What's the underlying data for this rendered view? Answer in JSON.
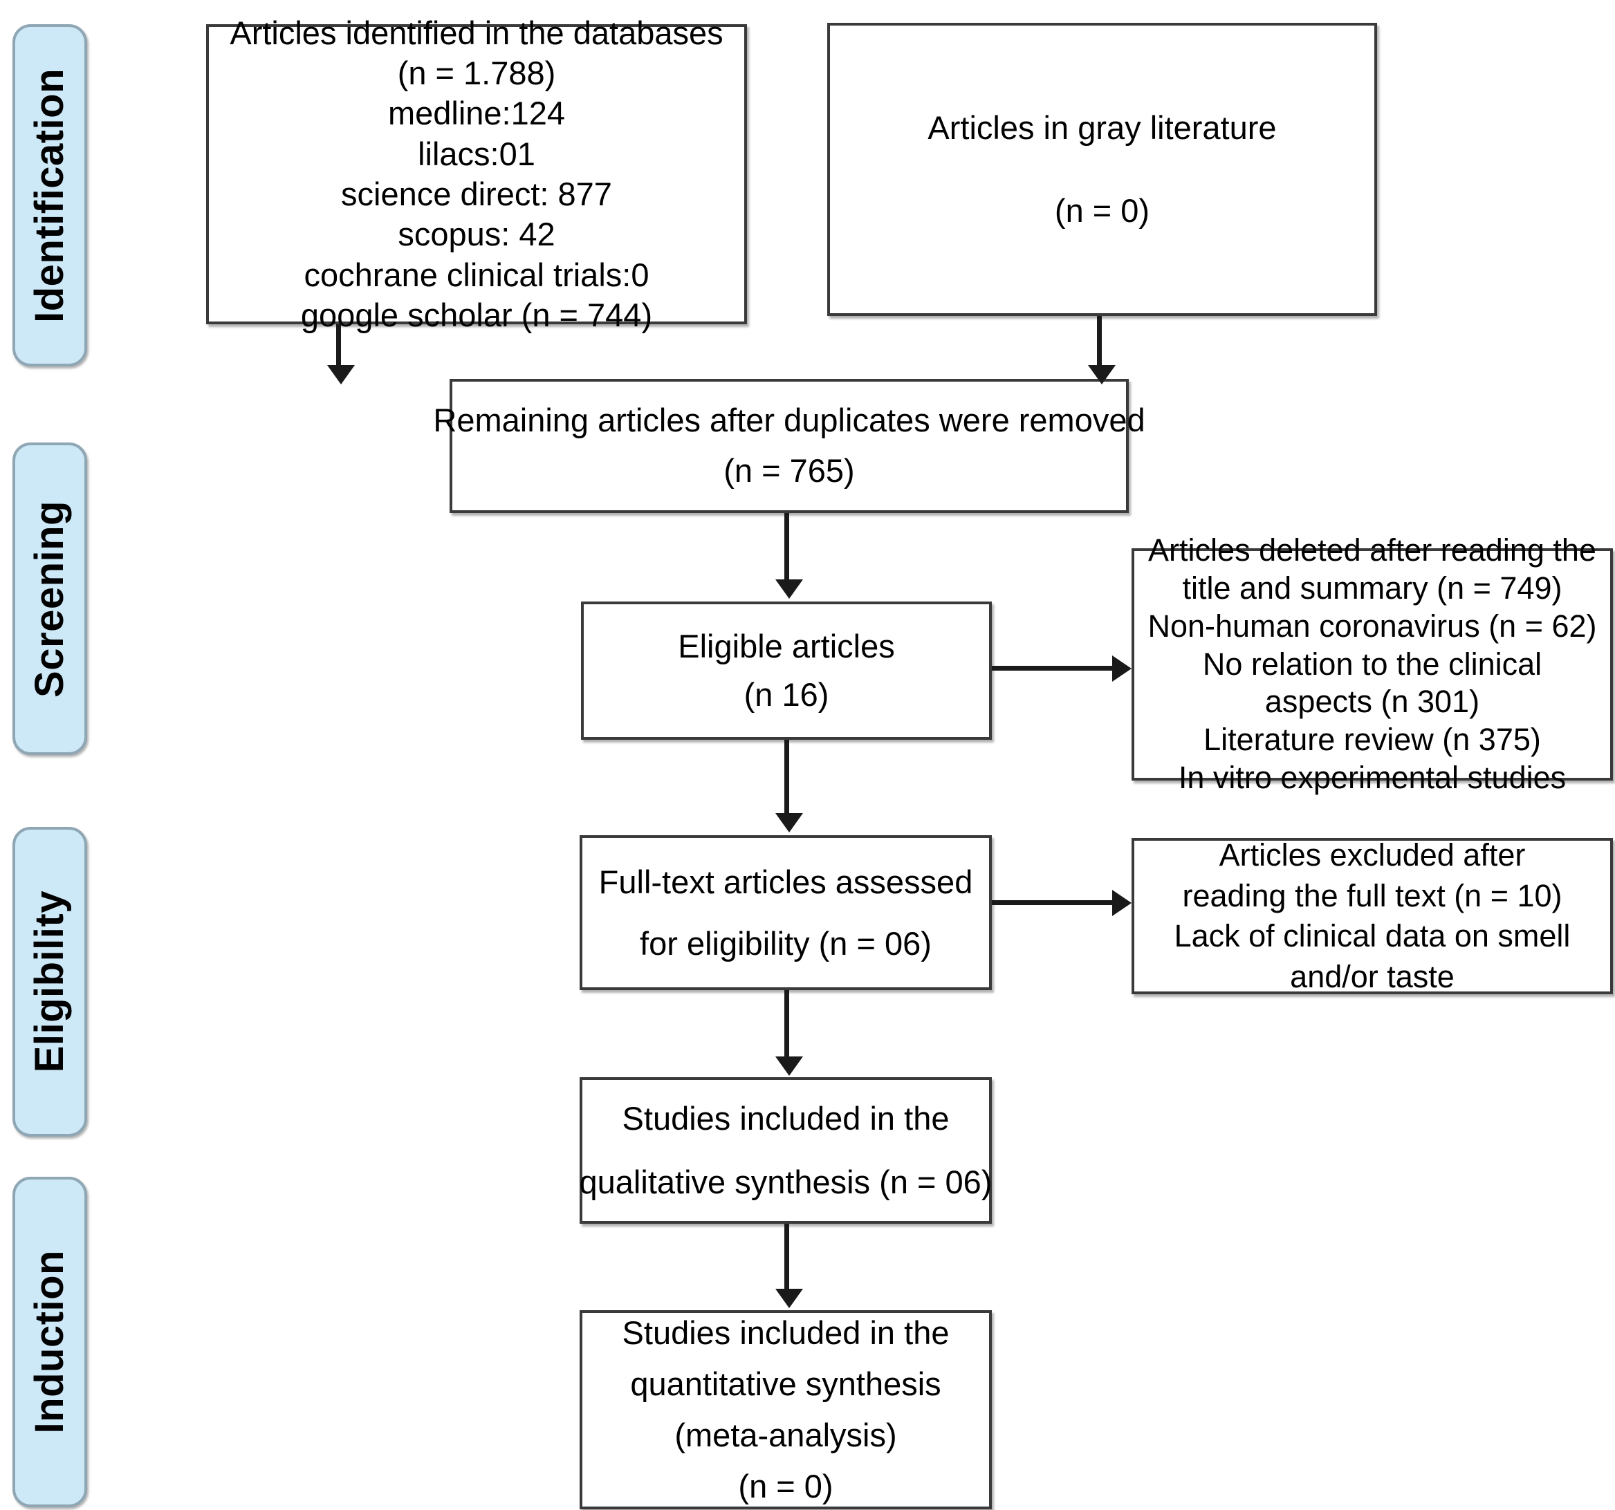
{
  "sidebar": {
    "stages": [
      {
        "id": "identification",
        "label": "Identification"
      },
      {
        "id": "screening",
        "label": "Screening"
      },
      {
        "id": "eligibility",
        "label": "Eligibility"
      },
      {
        "id": "induction",
        "label": "Induction"
      }
    ]
  },
  "colors": {
    "stage_fill": "#cde8f7",
    "stage_border": "#8fa6b4",
    "box_border": "#3a3a3a",
    "connector": "#1a1a1a",
    "background": "#ffffff"
  },
  "boxes": {
    "databases": {
      "lines": [
        "Articles identified in the databases",
        "(n  = 1.788)",
        "medline:124",
        "lilacs:01",
        "science direct: 877",
        "scopus: 42",
        "cochrane clinical trials:0",
        "google scholar (n = 744)"
      ]
    },
    "gray_literature": {
      "lines": [
        "Articles in gray literature",
        "(n = 0)"
      ]
    },
    "remaining": {
      "lines": [
        "Remaining articles after duplicates were removed",
        "(n = 765)"
      ]
    },
    "eligible": {
      "lines": [
        "Eligible articles",
        "(n 16)"
      ]
    },
    "excluded_screening": {
      "lines": [
        "Articles deleted after reading the",
        "title and summary (n = 749)",
        "Non-human coronavirus (n = 62)",
        "No relation to the clinical",
        "aspects (n 301)",
        "Literature review (n 375)",
        "In vitro experimental studies"
      ]
    },
    "fulltext": {
      "lines": [
        "Full-text articles assessed",
        "for eligibility (n = 06)"
      ]
    },
    "excluded_fulltext": {
      "lines": [
        "Articles excluded after",
        "reading the full text (n = 10)",
        "Lack of clinical data on smell",
        "and/or taste"
      ]
    },
    "qualitative": {
      "lines": [
        "Studies included in the",
        "qualitative synthesis (n = 06)"
      ]
    },
    "quantitative": {
      "lines": [
        "Studies included in the",
        "quantitative synthesis",
        "(meta-analysis)",
        "(n = 0)"
      ]
    }
  },
  "connectors": [
    {
      "id": "databases-to-remaining",
      "from": "databases",
      "to": "remaining",
      "direction": "down"
    },
    {
      "id": "gray-to-remaining",
      "from": "gray_literature",
      "to": "remaining",
      "direction": "down"
    },
    {
      "id": "remaining-to-eligible",
      "from": "remaining",
      "to": "eligible",
      "direction": "down"
    },
    {
      "id": "eligible-to-fulltext",
      "from": "eligible",
      "to": "fulltext",
      "direction": "down"
    },
    {
      "id": "eligible-to-excluded",
      "from": "eligible",
      "to": "excluded_screening",
      "direction": "right"
    },
    {
      "id": "fulltext-to-qualitative",
      "from": "fulltext",
      "to": "qualitative",
      "direction": "down"
    },
    {
      "id": "fulltext-to-excluded",
      "from": "fulltext",
      "to": "excluded_fulltext",
      "direction": "right"
    },
    {
      "id": "qualitative-to-quantitative",
      "from": "qualitative",
      "to": "quantitative",
      "direction": "down"
    }
  ]
}
